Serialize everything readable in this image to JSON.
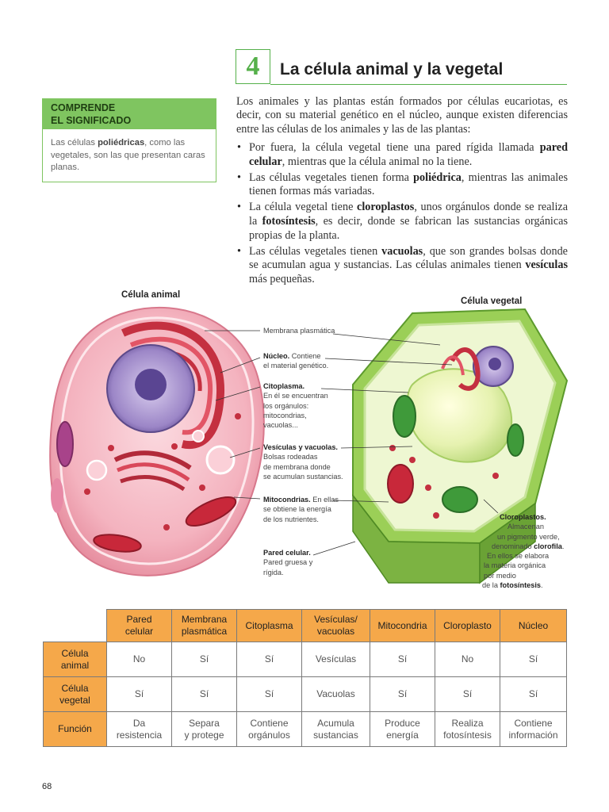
{
  "section": {
    "number": "4",
    "title": "La célula animal y la vegetal"
  },
  "sidebar": {
    "heading_line1": "COMPRENDE",
    "heading_line2": "EL SIGNIFICADO",
    "text_before": "Las células ",
    "text_bold": "poliédricas",
    "text_after": ", como las vegetales, son las que presentan caras planas."
  },
  "intro": "Los animales y las plantas están formados por células eucariotas, es decir, con su material genético en el núcleo, aunque existen diferencias entre las células de los animales y las de las plantas:",
  "bullets": [
    {
      "a": "Por fuera, la célula vegetal tiene una pared rígida llamada ",
      "b": "pared celular",
      "c": ", mientras que la célula animal no la tiene."
    },
    {
      "a": "Las células vegetales tienen forma ",
      "b": "poliédrica",
      "c": ", mientras las animales tienen formas más variadas."
    },
    {
      "a": "La célula vegetal tiene ",
      "b": "cloroplastos",
      "c": ", unos orgánulos donde se realiza la ",
      "d": "fotosíntesis",
      "e": ", es decir, donde se fabrican las sustancias orgánicas propias de la planta."
    },
    {
      "a": "Las células vegetales tienen ",
      "b": "vacuolas",
      "c": ", que son grandes bolsas donde se acumulan agua y sustancias. Las células animales tienen ",
      "d": "vesículas",
      "e": " más pequeñas."
    }
  ],
  "figure": {
    "animal_title": "Célula animal",
    "plant_title": "Célula vegetal",
    "labels": {
      "membrana": "Membrana plasmática",
      "nucleo_bold": "Núcleo.",
      "nucleo_rest1": " Contiene",
      "nucleo_rest2": "el material genético.",
      "cito_bold": "Citoplasma.",
      "cito_l1": "En él se encuentran",
      "cito_l2": "los orgánulos:",
      "cito_l3": "mitocondrias,",
      "cito_l4": "vacuolas...",
      "ves_bold": "Vesículas y vacuolas.",
      "ves_l1": "Bolsas rodeadas",
      "ves_l2": "de membrana donde",
      "ves_l3": "se acumulan sustancias.",
      "mito_bold": "Mitocondrias.",
      "mito_rest": " En ellas",
      "mito_l1": "se obtiene la energía",
      "mito_l2": "de los nutrientes.",
      "pared_bold": "Pared celular.",
      "pared_l1": "Pared gruesa y",
      "pared_l2": "rígida.",
      "cloro_bold": "Cloroplastos.",
      "cloro_l1": "Almacenan",
      "cloro_l2": "un pigmento verde,",
      "cloro_l3a": "denominado ",
      "cloro_l3b": "clorofila",
      "cloro_l3c": ".",
      "cloro_l4": "En ellos se elabora",
      "cloro_l5": "la materia orgánica",
      "cloro_l6": "por medio",
      "cloro_l7a": "de la ",
      "cloro_l7b": "fotosíntesis",
      "cloro_l7c": "."
    },
    "colors": {
      "animal_cell": "#f2a7b4",
      "plant_wall": "#8bc34a",
      "chloroplast": "#3f9a3a",
      "nucleus": "#8a70b8",
      "mitochondria": "#c8283a"
    }
  },
  "table": {
    "headers": [
      "Pared celular",
      "Membrana plasmática",
      "Citoplasma",
      "Vesículas/ vacuolas",
      "Mitocondria",
      "Cloroplasto",
      "Núcleo"
    ],
    "header_lines": [
      [
        "Pared",
        "celular"
      ],
      [
        "Membrana",
        "plasmática"
      ],
      [
        "Citoplasma"
      ],
      [
        "Vesículas/",
        "vacuolas"
      ],
      [
        "Mitocondria"
      ],
      [
        "Cloroplasto"
      ],
      [
        "Núcleo"
      ]
    ],
    "rows": [
      {
        "label_lines": [
          "Célula",
          "animal"
        ],
        "cells": [
          [
            "No"
          ],
          [
            "Sí"
          ],
          [
            "Sí"
          ],
          [
            "Vesículas"
          ],
          [
            "Sí"
          ],
          [
            "No"
          ],
          [
            "Sí"
          ]
        ]
      },
      {
        "label_lines": [
          "Célula",
          "vegetal"
        ],
        "cells": [
          [
            "Sí"
          ],
          [
            "Sí"
          ],
          [
            "Sí"
          ],
          [
            "Vacuolas"
          ],
          [
            "Sí"
          ],
          [
            "Sí"
          ],
          [
            "Sí"
          ]
        ]
      },
      {
        "label_lines": [
          "Función"
        ],
        "cells": [
          [
            "Da",
            "resistencia"
          ],
          [
            "Separa",
            "y protege"
          ],
          [
            "Contiene",
            "orgánulos"
          ],
          [
            "Acumula",
            "sustancias"
          ],
          [
            "Produce",
            "energía"
          ],
          [
            "Realiza",
            "fotosíntesis"
          ],
          [
            "Contiene",
            "información"
          ]
        ]
      }
    ]
  },
  "page_number": "68"
}
